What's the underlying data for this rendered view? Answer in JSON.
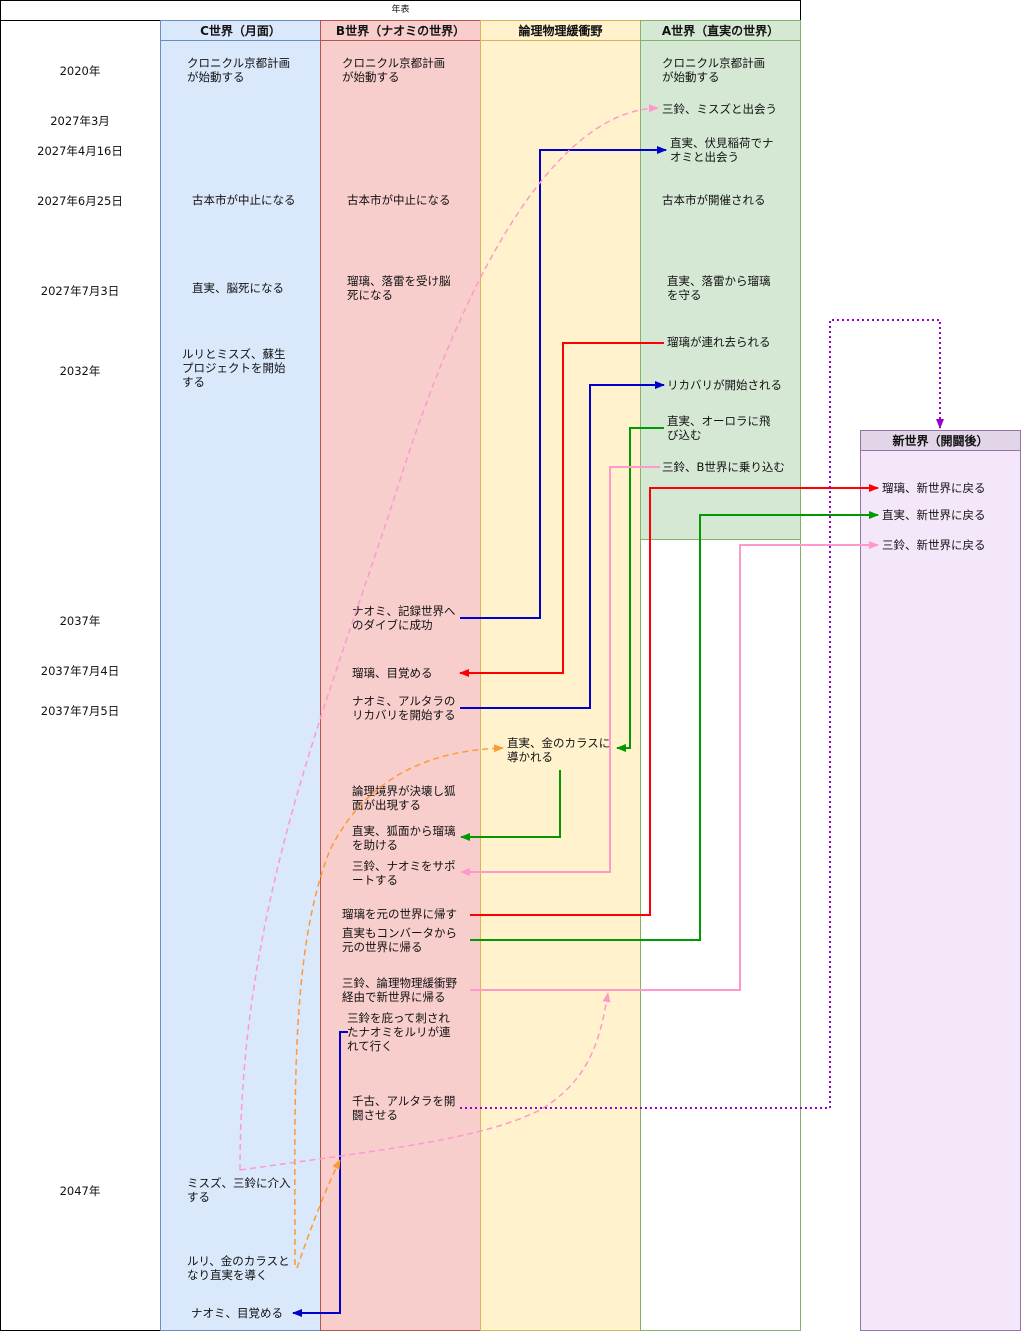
{
  "title": "年表",
  "columns": {
    "c": "C世界（月面）",
    "b": "B世界（ナオミの世界）",
    "l": "論理物理緩衝野",
    "a": "A世界（直実の世界）",
    "n": "新世界（開闘後）"
  },
  "years": [
    "2020年",
    "2027年3月",
    "2027年4月16日",
    "2027年6月25日",
    "2027年7月3日",
    "2032年",
    "2037年",
    "2037年7月4日",
    "2037年7月5日",
    "2047年"
  ],
  "events": {
    "c": [
      "クロニクル京都計画\nが始動する",
      "古本市が中止になる",
      "直実、脳死になる",
      "ルリとミスズ、蘇生\nプロジェクトを開始\nする",
      "ミスズ、三鈴に介入\nする",
      "ルリ、金のカラスと\nなり直実を導く",
      "ナオミ、目覚める"
    ],
    "b": [
      "クロニクル京都計画\nが始動する",
      "古本市が中止になる",
      "瑠璃、落雷を受け脳\n死になる",
      "ナオミ、記録世界へ\nのダイブに成功",
      "瑠璃、目覚める",
      "ナオミ、アルタラの\nリカバリを開始する",
      "論理境界が決壊し狐\n面が出現する",
      "直実、狐面から瑠璃\nを助ける",
      "三鈴、ナオミをサポ\nートする",
      "瑠璃を元の世界に帰す",
      "直実もコンバータから\n元の世界に帰る",
      "三鈴、論理物理緩衝野\n経由で新世界に帰る",
      "三鈴を庇って刺され\nたナオミをルリが連\nれて行く",
      "千古、アルタラを開\n闘させる"
    ],
    "l": [
      "直実、金のカラスに\n導かれる"
    ],
    "a": [
      "クロニクル京都計画\nが始動する",
      "三鈴、ミスズと出会う",
      "直実、伏見稲荷でナ\nオミと出会う",
      "古本市が開催される",
      "直実、落雷から瑠璃\nを守る",
      "瑠璃が連れ去られる",
      "リカバリが開始される",
      "直実、オーロラに飛\nび込む",
      "三鈴、B世界に乗り込む"
    ],
    "n": [
      "瑠璃、新世界に戻る",
      "直実、新世界に戻る",
      "三鈴、新世界に戻る"
    ]
  },
  "colors": {
    "red": "#ff0000",
    "blue": "#0000cc",
    "green": "#009900",
    "pink": "#ff99cc",
    "orange": "#ff9933",
    "purple": "#9900cc"
  }
}
